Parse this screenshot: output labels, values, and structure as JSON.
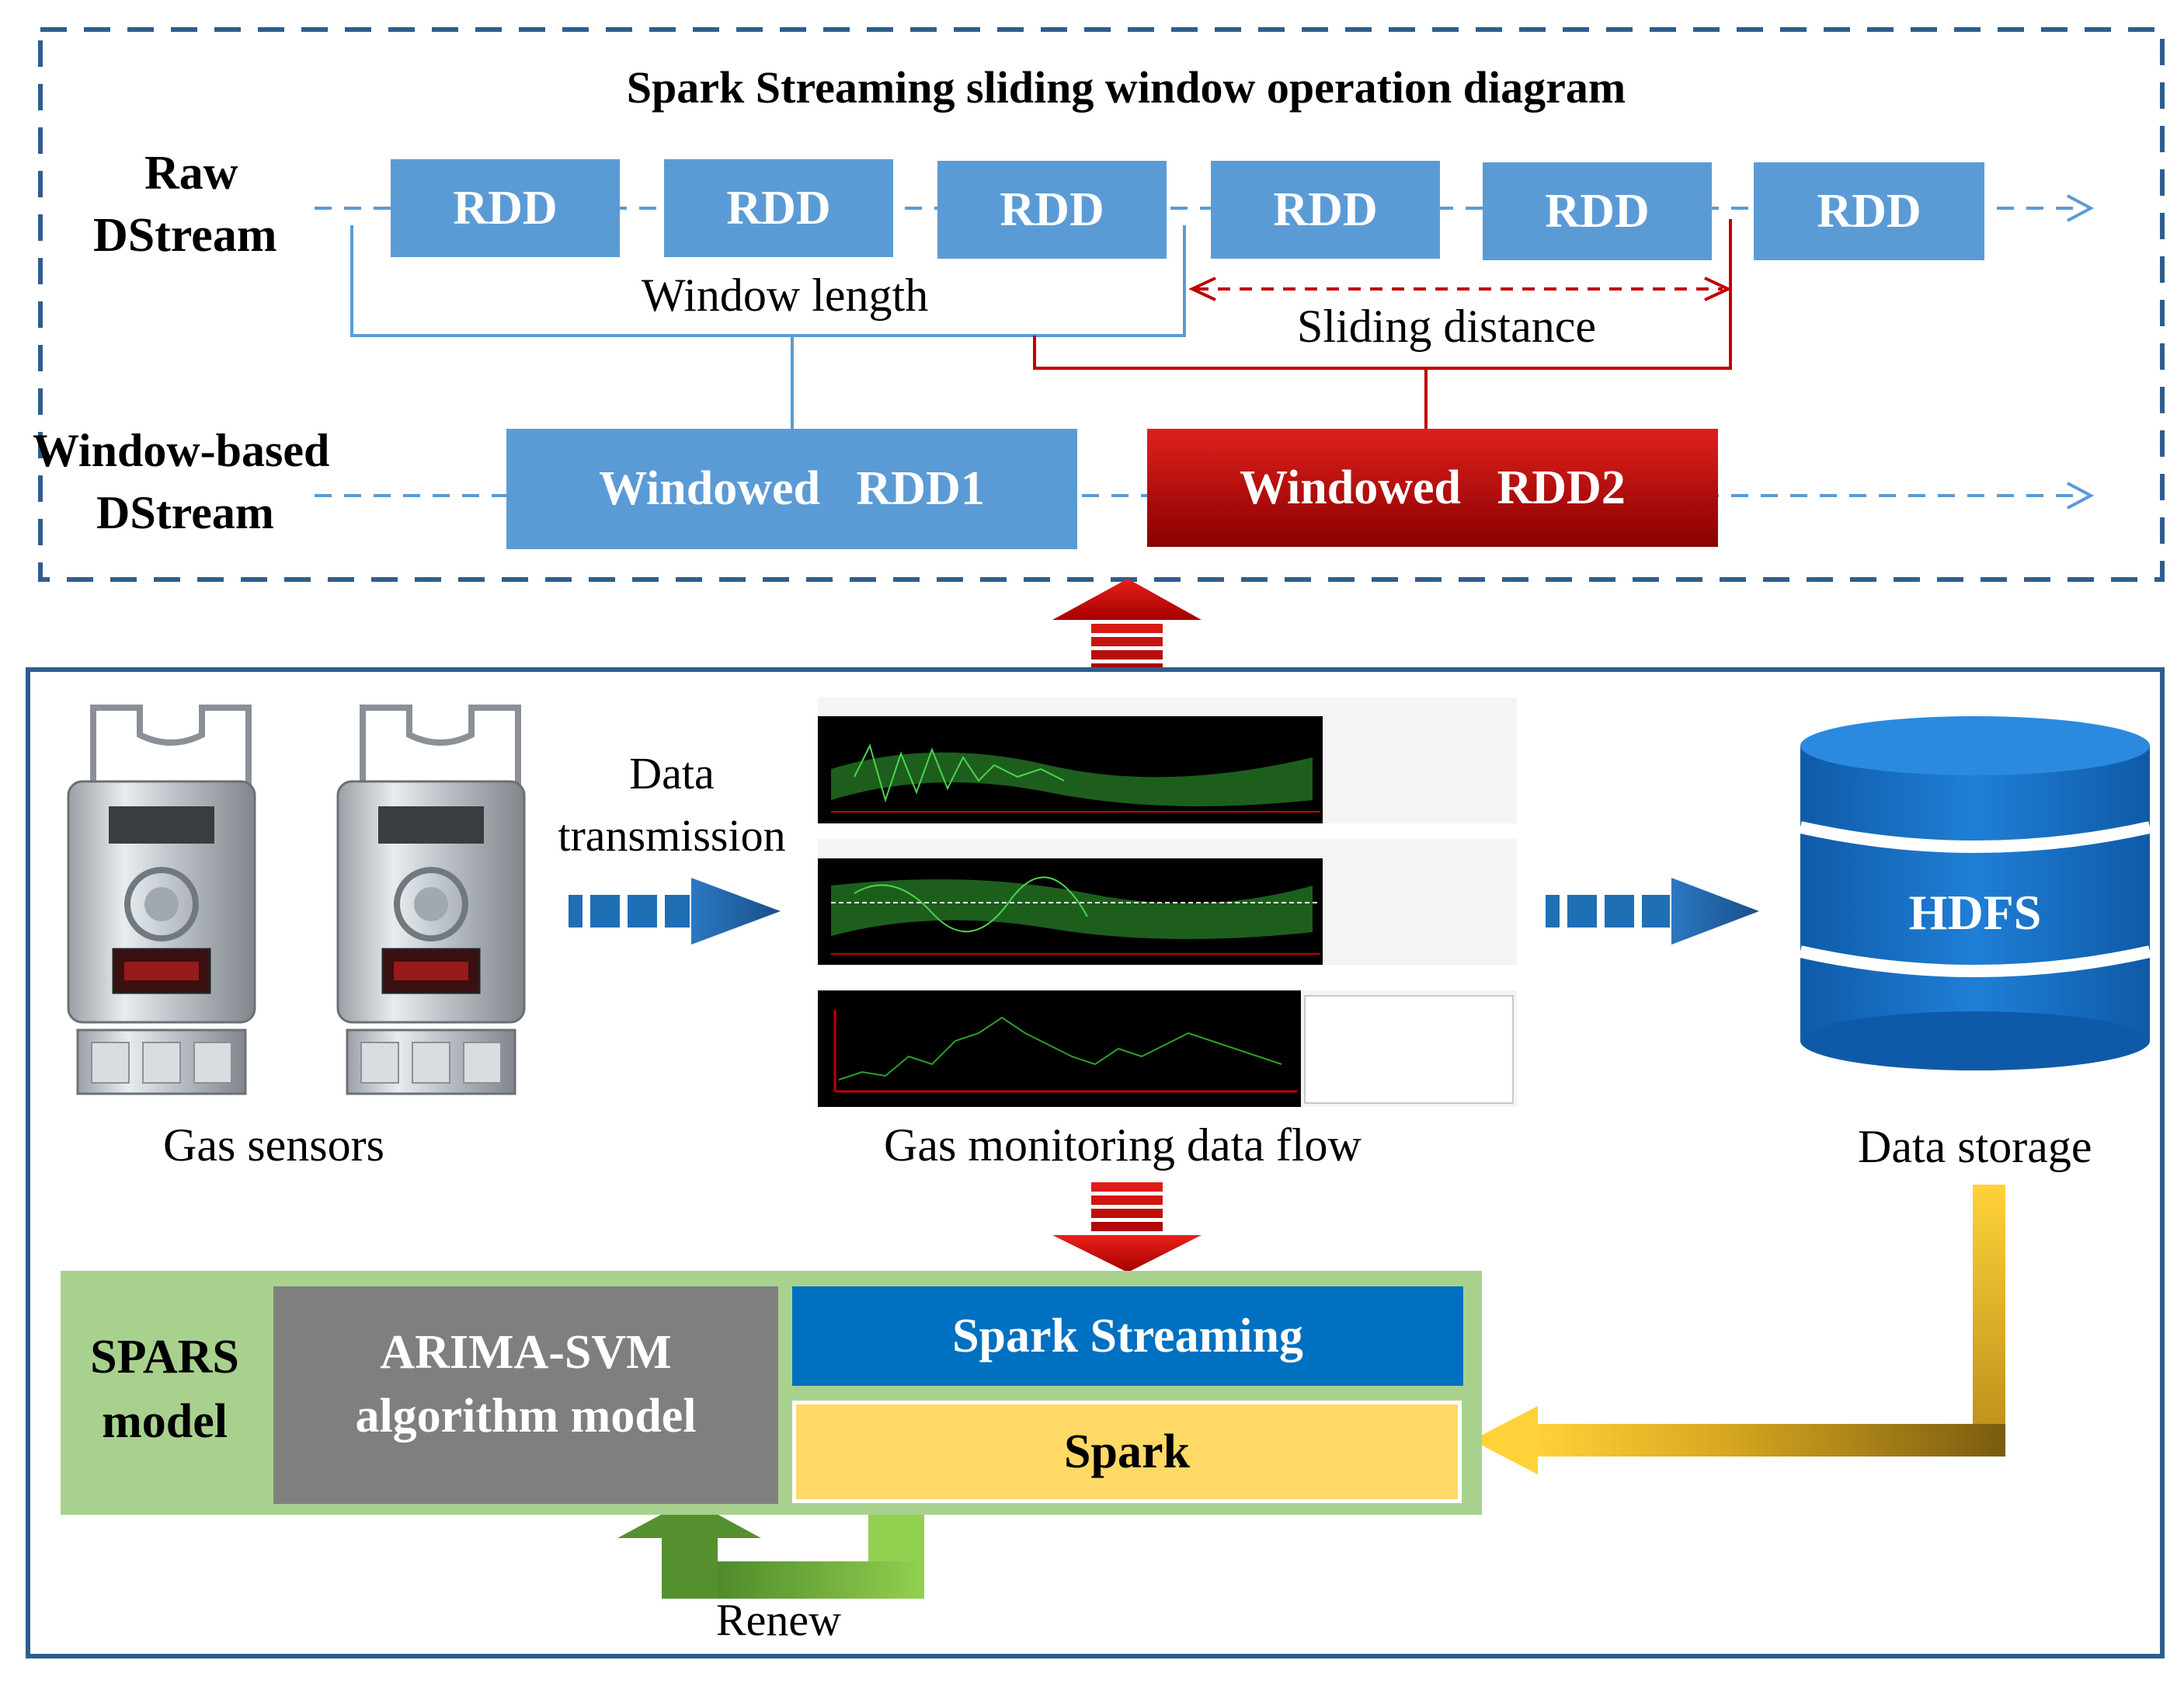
{
  "window_diagram": {
    "title": "Spark Streaming sliding window operation diagram",
    "raw_dstream_label": [
      "Raw",
      "DStream"
    ],
    "rdd_label": "RDD",
    "rdd_count": 6,
    "window_length_label": "Window length",
    "sliding_distance_label": "Sliding distance",
    "window_based_label": [
      "Window-based",
      "DStream"
    ],
    "windowed_rdd1": "Windowed   RDD1",
    "windowed_rdd2": "Windowed   RDD2"
  },
  "system_flow": {
    "gas_sensors_label": "Gas sensors",
    "data_transmission_label": [
      "Data",
      "transmission"
    ],
    "gas_monitoring_label": "Gas monitoring data flow",
    "data_storage_label": "Data storage",
    "hdfs_label": "HDFS",
    "spars_label": [
      "SPARS",
      "model"
    ],
    "arima_label": [
      "ARIMA-SVM",
      "algorithm model"
    ],
    "spark_streaming_label": "Spark Streaming",
    "spark_label": "Spark",
    "renew_label": "Renew"
  },
  "colors": {
    "rdd_blue": "#5b9bd5",
    "windowed_red": "#c00000",
    "spark_streaming_blue": "#0070c0",
    "spark_yellow": "#ffd966",
    "spars_green": "#a9d18e",
    "arima_gray": "#7f7f7f",
    "frame_blue": "#2e5e8e",
    "arrow_blue": "#1f6fb5",
    "arrow_green": "#70ad47",
    "arrow_gold": "#ffc000"
  }
}
